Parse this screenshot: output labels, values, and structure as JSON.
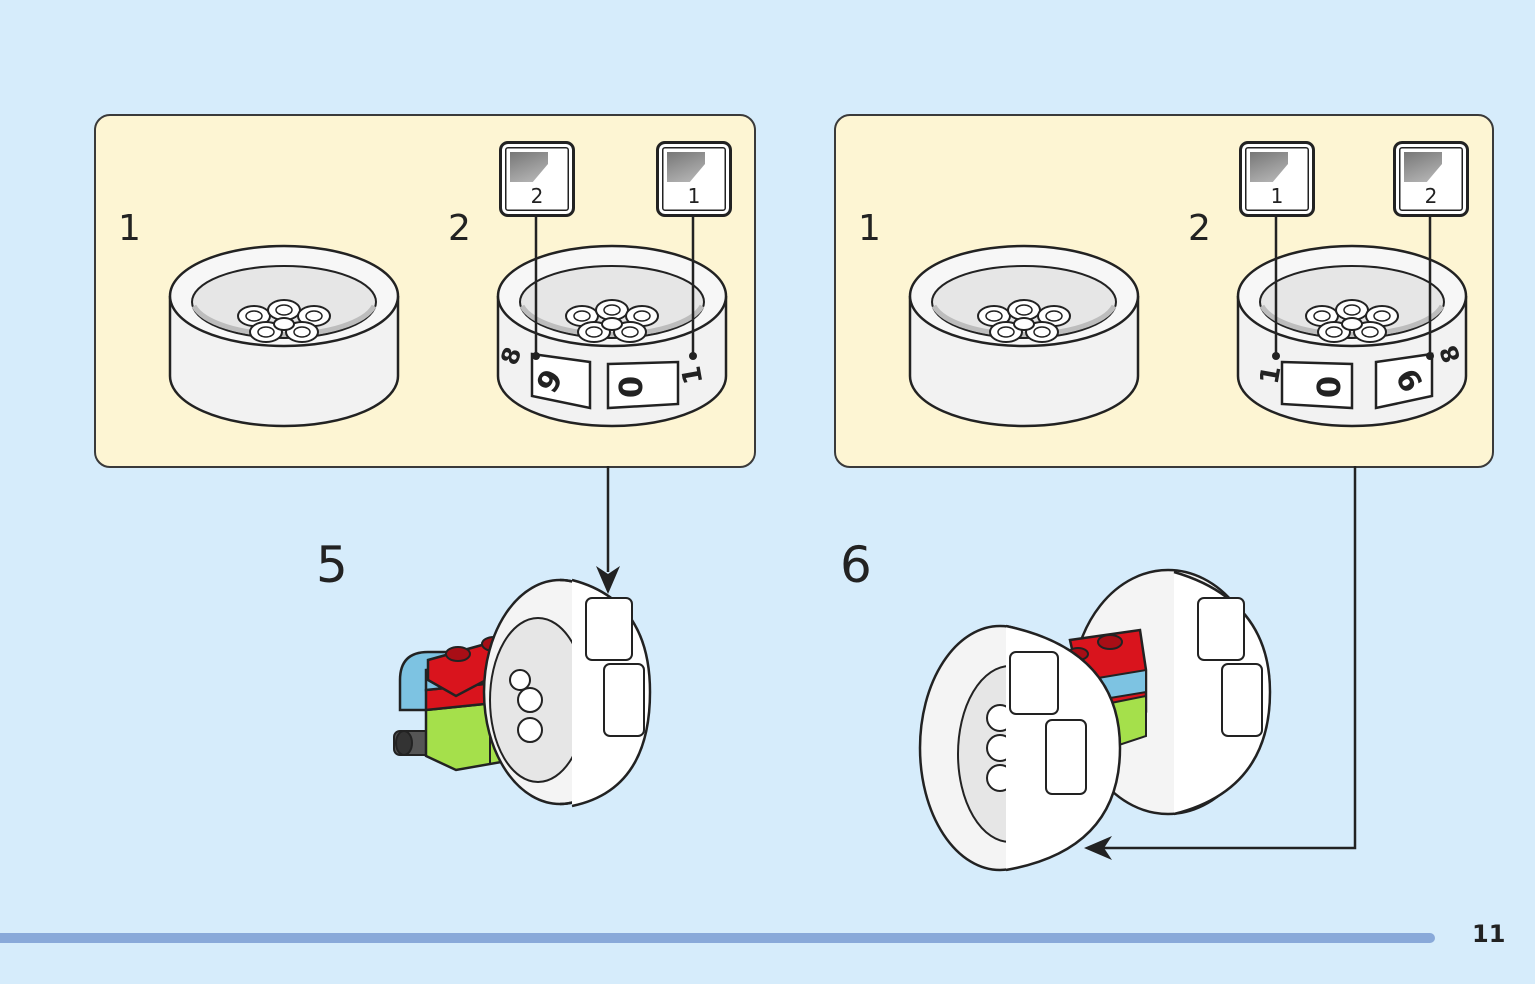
{
  "left_box": {
    "sub_steps": [
      {
        "number": "1"
      },
      {
        "number": "2"
      }
    ],
    "stickers": [
      {
        "qty": "2"
      },
      {
        "qty": "1"
      }
    ]
  },
  "right_box": {
    "sub_steps": [
      {
        "number": "1"
      },
      {
        "number": "2"
      }
    ],
    "stickers": [
      {
        "qty": "1"
      },
      {
        "qty": "2"
      }
    ]
  },
  "steps": [
    {
      "number": "5"
    },
    {
      "number": "6"
    }
  ],
  "wheel_digits": {
    "left_tire": [
      "8",
      "9",
      "0",
      "1"
    ],
    "right_tire": [
      "1",
      "0",
      "9",
      "8"
    ]
  },
  "colors": {
    "background": "#d6ecfb",
    "panel": "#fdf5d3",
    "brick_red": "#d9141d",
    "brick_blue": "#7dc3e2",
    "brick_green": "#a5e04b",
    "page_bar": "#89a9d9"
  },
  "page_number": "11"
}
